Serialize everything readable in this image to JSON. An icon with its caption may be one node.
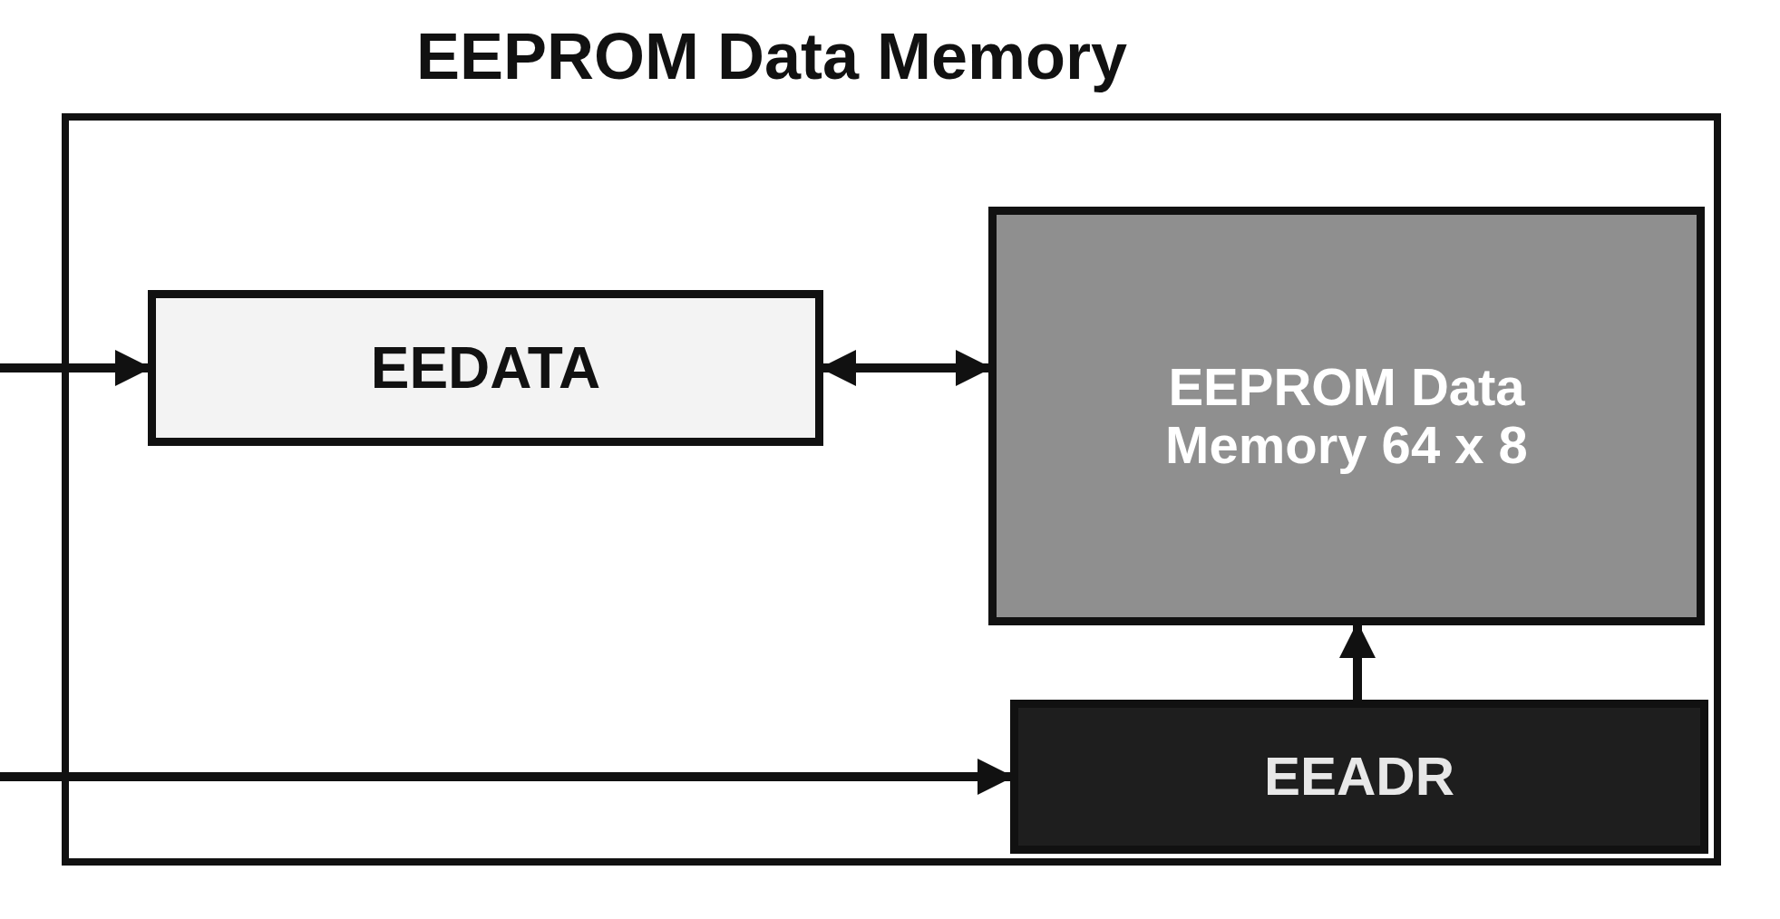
{
  "diagram": {
    "nodes": [
      {
        "text": [
          "EEPROM Data Memory"
        ]
      },
      {
        "text": [
          "EEDATA"
        ],
        "in": 0
      },
      {
        "text": [
          "EEPROM Data Memory 64 x 8"
        ],
        "in": 0
      },
      {
        "text": [
          "EEADR"
        ],
        "in": 0
      }
    ],
    "edges": [
      {
        "from": null,
        "to": 1,
        "arrow": "to"
      },
      {
        "from": 1,
        "to": 2,
        "arrow": "both"
      },
      {
        "from": 3,
        "to": 2,
        "arrow": "to"
      },
      {
        "from": null,
        "to": 3,
        "arrow": "to"
      }
    ]
  }
}
